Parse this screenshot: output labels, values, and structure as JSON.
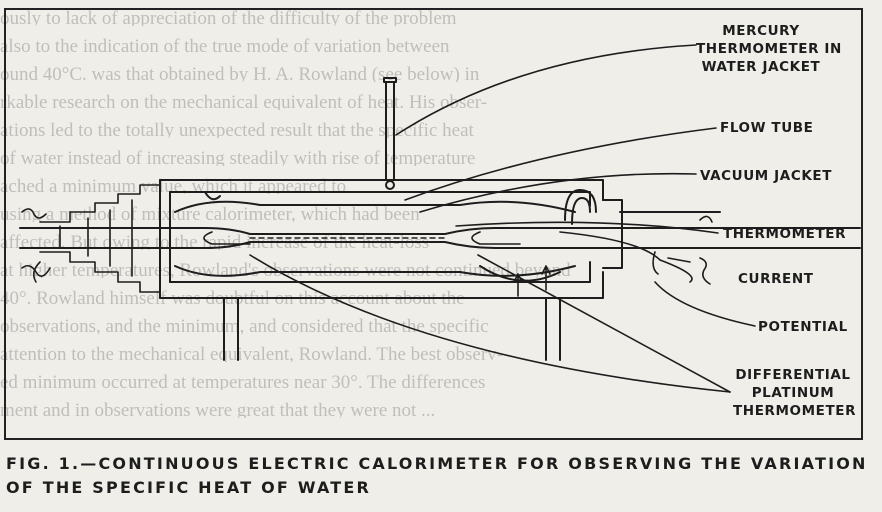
{
  "figure": {
    "caption": "FIG. 1.—CONTINUOUS ELECTRIC CALORIMETER FOR OBSERVING THE VARIATION OF THE SPECIFIC HEAT OF WATER",
    "labels": {
      "mercury_thermometer": [
        "MERCURY",
        "THERMOMETER IN",
        "WATER JACKET"
      ],
      "flow_tube": "FLOW TUBE",
      "vacuum_jacket": "VACUUM JACKET",
      "thermometer": "THERMOMETER",
      "current": "CURRENT",
      "potential": "POTENTIAL",
      "differential_platinum_thermometer": [
        "DIFFERENTIAL",
        "PLATINUM",
        "THERMOMETER"
      ]
    },
    "colors": {
      "ink": "#1d1d1d",
      "paper": "#efeee9",
      "bleed": "#9a9894"
    }
  },
  "show_through_text": [
    "ously to lack of appreciation of the difficulty of the problem",
    "also to the indication of the true mode of variation between",
    "ound 40°C. was that obtained by H. A. Rowland (see below) in",
    "rkable research on the mechanical equivalent of heat. His obser-",
    "ations led to the totally unexpected result that the specific heat",
    "of water instead of increasing steadily with rise of temperature",
    "ached a minimum value, which it appeared to",
    "using a method of mixture calorimeter, which had been",
    "affected. But owing to the rapid increase of the heat-loss",
    "at higher temperatures, Rowland's observations were not continued beyond",
    "40°. Rowland himself was doubtful on this account about the",
    "observations, and the minimum, and considered that the specific",
    "attention to the mechanical equivalent, Rowland. The best observ-",
    "ed minimum occurred at temperatures near 30°. The differences",
    "ment and in observations were great that they were not ..."
  ]
}
